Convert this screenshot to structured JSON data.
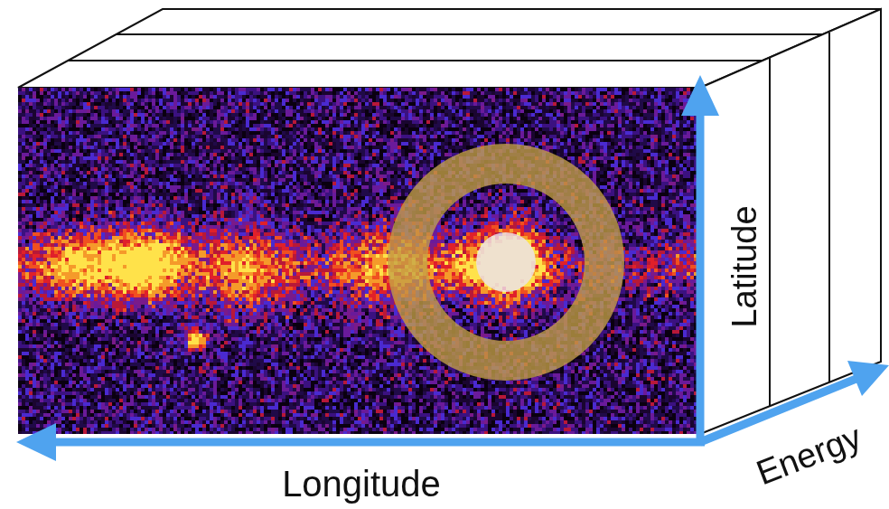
{
  "diagram": {
    "labels": [
      "Longitude",
      "Latitude",
      "Energy"
    ]
  }
}
